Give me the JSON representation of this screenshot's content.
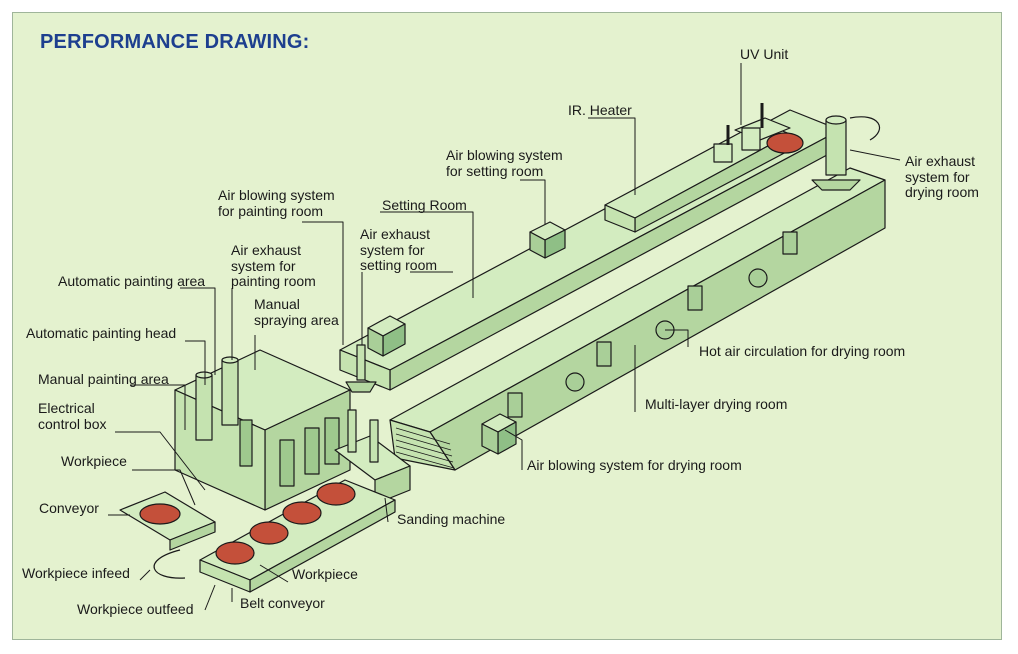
{
  "title": "PERFORMANCE DRAWING:",
  "labels": {
    "uv_unit": "UV Unit",
    "ir_heater": "IR. Heater",
    "air_blowing_setting": "Air blowing system\nfor setting room",
    "air_exhaust_drying": "Air exhaust\nsystem for\ndrying room",
    "air_blowing_painting": "Air blowing system\nfor painting room",
    "setting_room": "Setting Room",
    "air_exhaust_setting": "Air exhaust\nsystem for\nsetting room",
    "air_exhaust_painting": "Air exhaust\nsystem for\npainting room",
    "automatic_painting_area": "Automatic painting area",
    "manual_spraying_area": "Manual\nspraying area",
    "automatic_painting_head": "Automatic painting head",
    "hot_air_circulation": "Hot air circulation for drying room",
    "manual_painting_area": "Manual painting area",
    "multi_layer_drying": "Multi-layer drying room",
    "electrical_control_box": "Electrical\ncontrol box",
    "workpiece_left": "Workpiece",
    "air_blowing_drying": "Air blowing system for drying room",
    "conveyor": "Conveyor",
    "sanding_machine": "Sanding machine",
    "workpiece_infeed": "Workpiece infeed",
    "workpiece_belt": "Workpiece",
    "belt_conveyor": "Belt conveyor",
    "workpiece_outfeed": "Workpiece outfeed"
  },
  "colors": {
    "background": "#e4f2cf",
    "machine_fill": "#d3ecc0",
    "machine_shade": "#b4d6a0",
    "outline": "#1a1a1a",
    "workpiece": "#c4503a",
    "title": "#1d3f8f"
  }
}
